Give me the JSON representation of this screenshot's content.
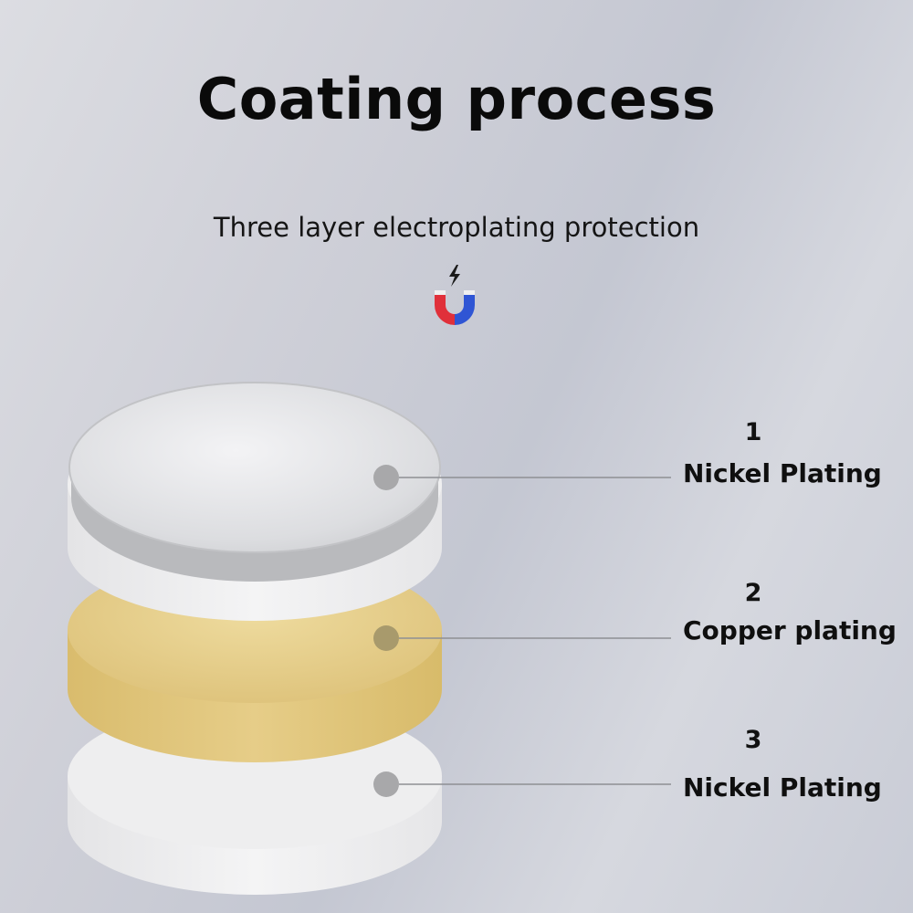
{
  "title": "Coating process",
  "subtitle": "Three layer electroplating protection",
  "magnet_icon": "magnet-icon",
  "layers": [
    {
      "number": "1",
      "label": "Nickel Plating",
      "color": "#e9e9ec"
    },
    {
      "number": "2",
      "label": "Copper plating",
      "color": "#e2c77c"
    },
    {
      "number": "3",
      "label": "Nickel Plating",
      "color": "#ececec"
    }
  ]
}
